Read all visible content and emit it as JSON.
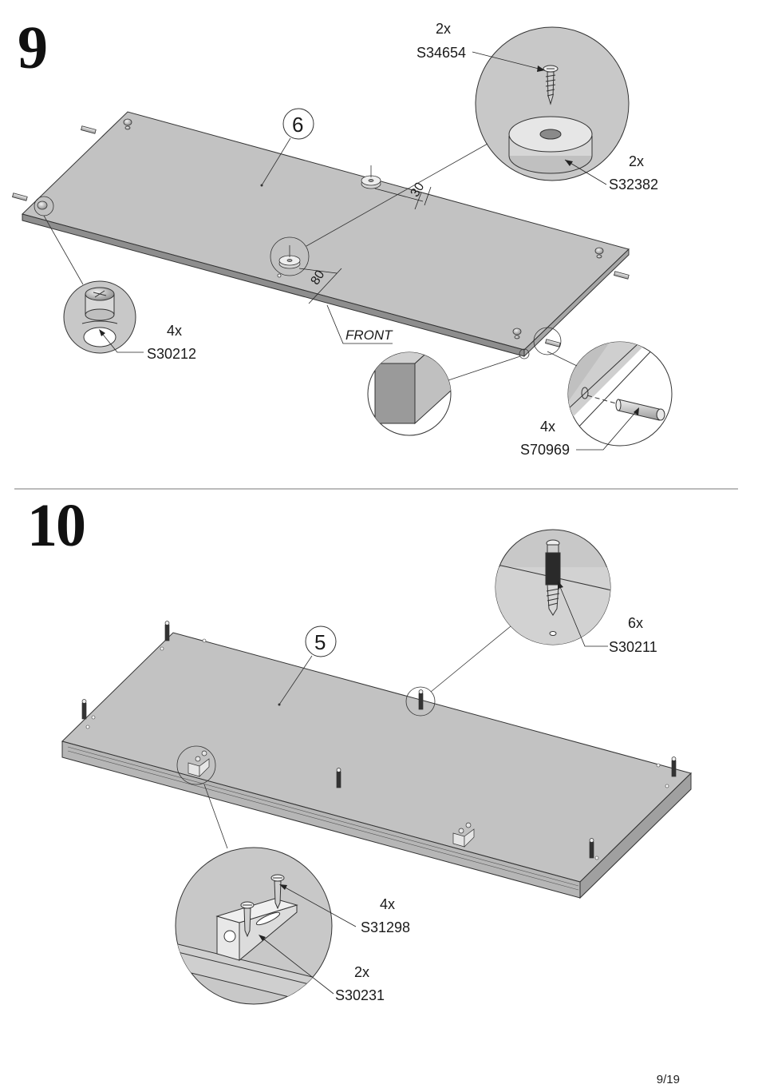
{
  "steps": [
    {
      "number": "9",
      "panel_id": "6",
      "front_label": "FRONT",
      "dimensions": [
        "30",
        "80"
      ],
      "parts": [
        {
          "qty": "2x",
          "code": "S34654"
        },
        {
          "qty": "2x",
          "code": "S32382"
        },
        {
          "qty": "4x",
          "code": "S30212"
        },
        {
          "qty": "4x",
          "code": "S70969"
        }
      ]
    },
    {
      "number": "10",
      "panel_id": "5",
      "parts": [
        {
          "qty": "6x",
          "code": "S30211"
        },
        {
          "qty": "4x",
          "code": "S31298"
        },
        {
          "qty": "2x",
          "code": "S30231"
        }
      ]
    }
  ],
  "page": "9/19",
  "colors": {
    "panel": "#c2c2c2",
    "panel_edge": "#8e8e8e",
    "zoom_bg": "#c8c8c8",
    "line": "#222222"
  }
}
